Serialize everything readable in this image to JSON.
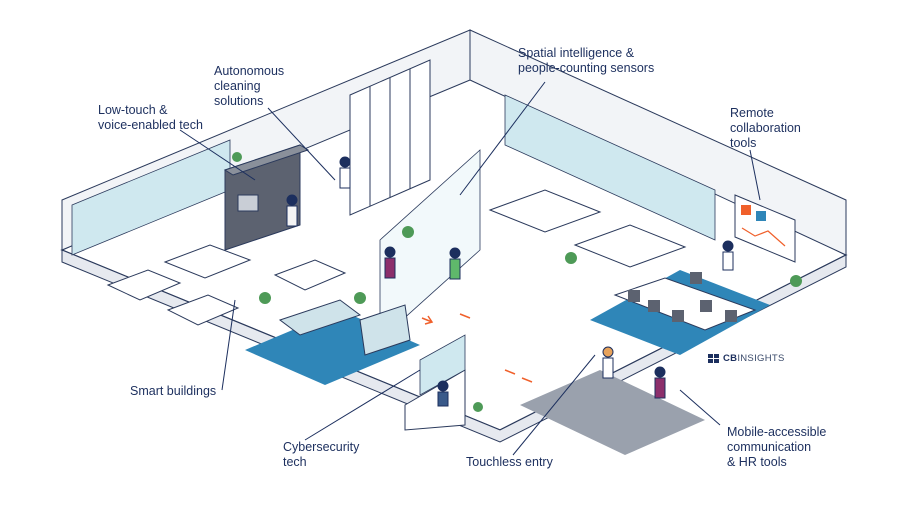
{
  "labels": {
    "autonomous_cleaning": "Autonomous\ncleaning\nsolutions",
    "low_touch": "Low-touch &\nvoice-enabled tech",
    "spatial": "Spatial intelligence &\npeople-counting sensors",
    "remote": "Remote\ncollaboration\ntools",
    "smart_buildings": "Smart buildings",
    "cybersecurity": "Cybersecurity\ntech",
    "touchless": "Touchless entry",
    "mobile": "Mobile-accessible\ncommunication\n& HR tools"
  },
  "brand": {
    "bold": "CB",
    "rest": "INSIGHTS"
  },
  "colors": {
    "ink": "#1c2f5e",
    "line": "#2b3a5c",
    "glass": "#cfe8ef",
    "rug": "#2f86b8",
    "accent": "#f0602b",
    "floor": "#ffffff",
    "wall": "#f2f4f7"
  }
}
